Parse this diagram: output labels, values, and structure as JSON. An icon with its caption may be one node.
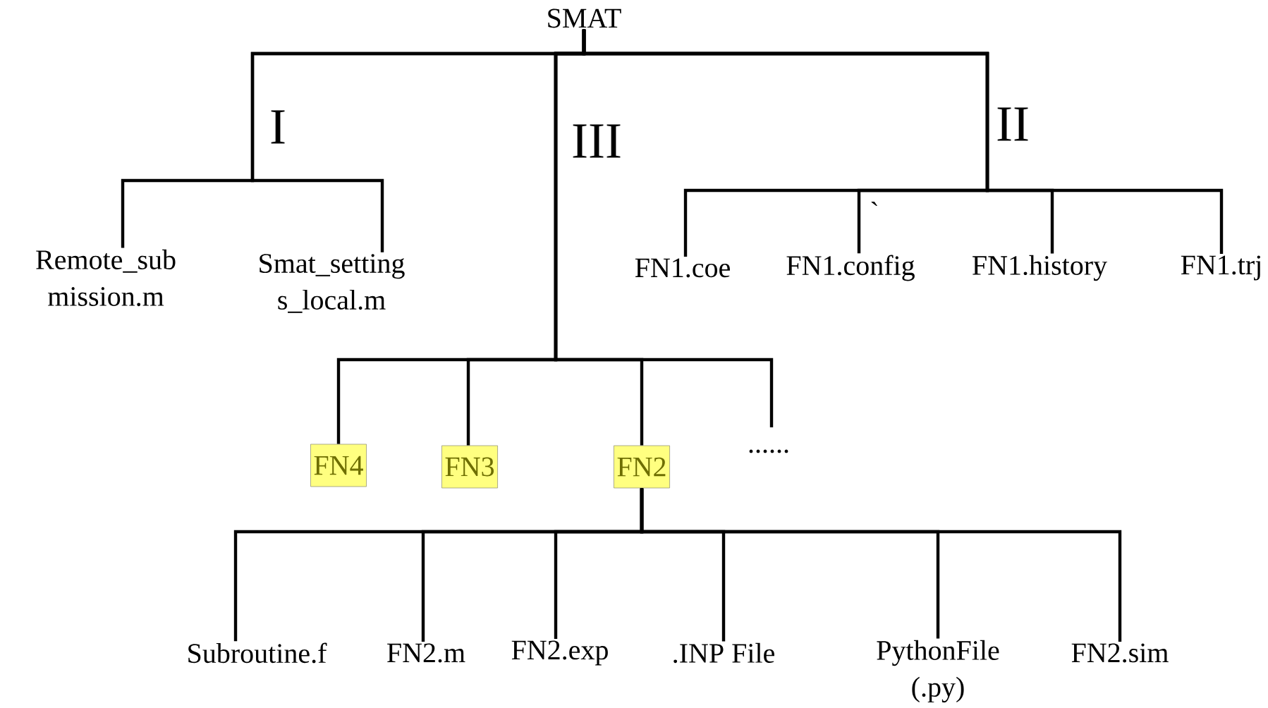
{
  "diagram": {
    "nodes": [
      {
        "text": [
          "SMAT"
        ]
      },
      {
        "text": [
          "Remote_sub mission.m"
        ]
      },
      {
        "text": [
          "Smat_setting s_local.m"
        ]
      },
      {
        "text": [
          "FN1.coe"
        ]
      },
      {
        "text": [
          "FN1.config"
        ]
      },
      {
        "text": [
          "FN1.history"
        ]
      },
      {
        "text": [
          "FN1.trj"
        ]
      },
      {
        "text": [
          "FN4"
        ]
      },
      {
        "text": [
          "FN3"
        ]
      },
      {
        "text": [
          "FN2"
        ]
      },
      {
        "text": [
          "......"
        ]
      },
      {
        "text": [
          "Subroutine.f"
        ]
      },
      {
        "text": [
          "FN2.m"
        ]
      },
      {
        "text": [
          "FN2.exp"
        ]
      },
      {
        "text": [
          ".INP File"
        ]
      },
      {
        "text": [
          "PythonFile (.py)"
        ]
      },
      {
        "text": [
          "FN2.sim"
        ]
      }
    ],
    "edges": [
      {
        "from": 0,
        "to": 1,
        "arrow": "none"
      },
      {
        "from": 0,
        "to": 2,
        "arrow": "none"
      },
      {
        "from": 0,
        "to": 3,
        "arrow": "none"
      },
      {
        "from": 0,
        "to": 4,
        "arrow": "none"
      },
      {
        "from": 0,
        "to": 5,
        "arrow": "none"
      },
      {
        "from": 0,
        "to": 6,
        "arrow": "none"
      },
      {
        "from": 0,
        "to": 7,
        "arrow": "none"
      },
      {
        "from": 0,
        "to": 8,
        "arrow": "none"
      },
      {
        "from": 0,
        "to": 9,
        "arrow": "none"
      },
      {
        "from": 0,
        "to": 10,
        "arrow": "none"
      },
      {
        "from": 9,
        "to": 11,
        "arrow": "none"
      },
      {
        "from": 9,
        "to": 12,
        "arrow": "none"
      },
      {
        "from": 9,
        "to": 13,
        "arrow": "none"
      },
      {
        "from": 9,
        "to": 14,
        "arrow": "none"
      },
      {
        "from": 9,
        "to": 15,
        "arrow": "none"
      },
      {
        "from": 9,
        "to": 16,
        "arrow": "none"
      }
    ],
    "labels": [
      "I",
      "III",
      "II",
      "`"
    ]
  }
}
